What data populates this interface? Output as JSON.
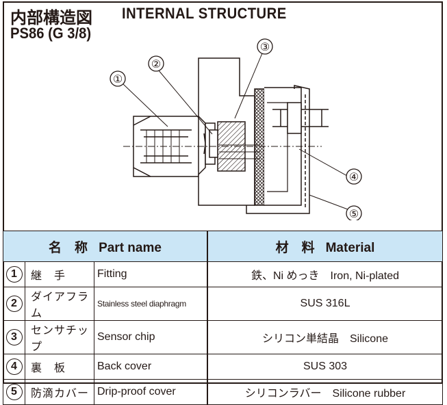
{
  "title": {
    "jp": "内部構造図",
    "en": "INTERNAL STRUCTURE",
    "model": "PS86 (G 3/8)"
  },
  "diagram": {
    "callouts": [
      "①",
      "②",
      "③",
      "④",
      "⑤"
    ]
  },
  "table": {
    "header_left": {
      "jp": "名　称",
      "en": "Part name"
    },
    "header_right": {
      "jp": "材　料",
      "en": "Material"
    },
    "rows": [
      {
        "num": "1",
        "jp": "継　手",
        "en": "Fitting",
        "material": "鉄、Ni めっき　Iron, Ni-plated"
      },
      {
        "num": "2",
        "jp": "ダイアフラム",
        "en": "Stainless steel diaphragm",
        "material": "SUS 316L"
      },
      {
        "num": "3",
        "jp": "センサチップ",
        "en": "Sensor chip",
        "material": "シリコン単結晶　Silicone"
      },
      {
        "num": "4",
        "jp": "裏　板",
        "en": "Back cover",
        "material": "SUS 303"
      },
      {
        "num": "5",
        "jp": "防滴カバー",
        "en": "Drip-proof cover",
        "material": "シリコンラバー　Silicone rubber"
      }
    ]
  },
  "colors": {
    "header_bg": "#cbe6f6",
    "line": "#231815"
  }
}
